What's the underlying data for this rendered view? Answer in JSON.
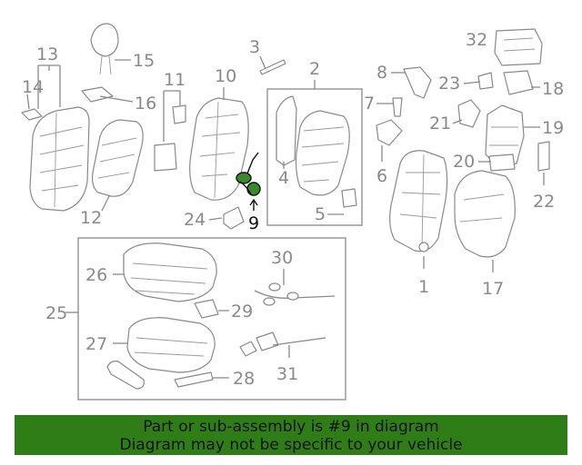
{
  "diagram": {
    "highlight_part": "9",
    "callouts": {
      "c1": "1",
      "c2": "2",
      "c3": "3",
      "c4": "4",
      "c5": "5",
      "c6": "6",
      "c7": "7",
      "c8": "8",
      "c9": "9",
      "c10": "10",
      "c11": "11",
      "c12": "12",
      "c13": "13",
      "c14": "14",
      "c15": "15",
      "c16": "16",
      "c17": "17",
      "c18": "18",
      "c19": "19",
      "c20": "20",
      "c21": "21",
      "c22": "22",
      "c23": "23",
      "c24": "24",
      "c25": "25",
      "c26": "26",
      "c27": "27",
      "c28": "28",
      "c29": "29",
      "c30": "30",
      "c31": "31",
      "c32": "32"
    },
    "colors": {
      "highlight": "#3a8a2a",
      "banner": "#2f7d16",
      "line": "#8a8a8a"
    }
  },
  "banner": {
    "line1": "Part or sub-assembly is #9 in diagram",
    "line2": "Diagram may not be specific to your vehicle"
  }
}
